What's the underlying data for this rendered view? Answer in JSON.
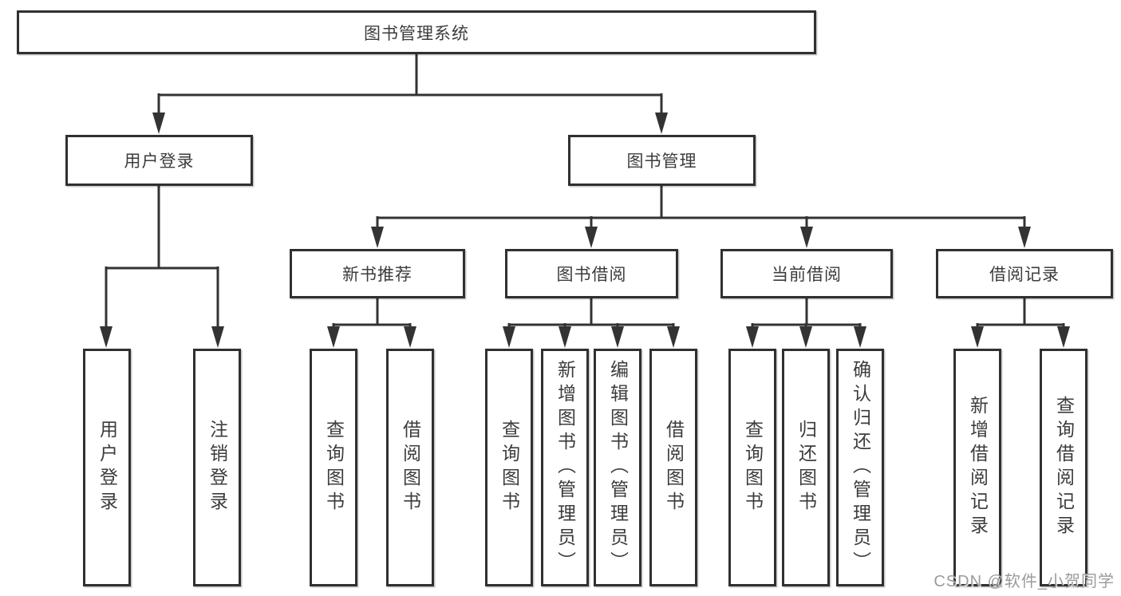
{
  "diagram": {
    "root": {
      "label": "图书管理系统"
    },
    "level2": [
      {
        "label": "用户登录"
      },
      {
        "label": "图书管理"
      }
    ],
    "level3": [
      {
        "label": "新书推荐"
      },
      {
        "label": "图书借阅"
      },
      {
        "label": "当前借阅"
      },
      {
        "label": "借阅记录"
      }
    ],
    "leaves": [
      {
        "label": "用户登录"
      },
      {
        "label": "注销登录"
      },
      {
        "label": "查询图书"
      },
      {
        "label": "借阅图书"
      },
      {
        "label": "查询图书"
      },
      {
        "label": "新增图书（管理员）"
      },
      {
        "label": "编辑图书（管理员）"
      },
      {
        "label": "借阅图书"
      },
      {
        "label": "查询图书"
      },
      {
        "label": "归还图书"
      },
      {
        "label": "确认归还（管理员）"
      },
      {
        "label": "新增借阅记录"
      },
      {
        "label": "查询借阅记录"
      }
    ]
  },
  "watermark": {
    "text": "CSDN @软件_小贺同学",
    "color": "#9b9b9b"
  },
  "colors": {
    "line": "#333333",
    "border": "#303030",
    "text": "#3c3c3c",
    "background": "#ffffff"
  }
}
